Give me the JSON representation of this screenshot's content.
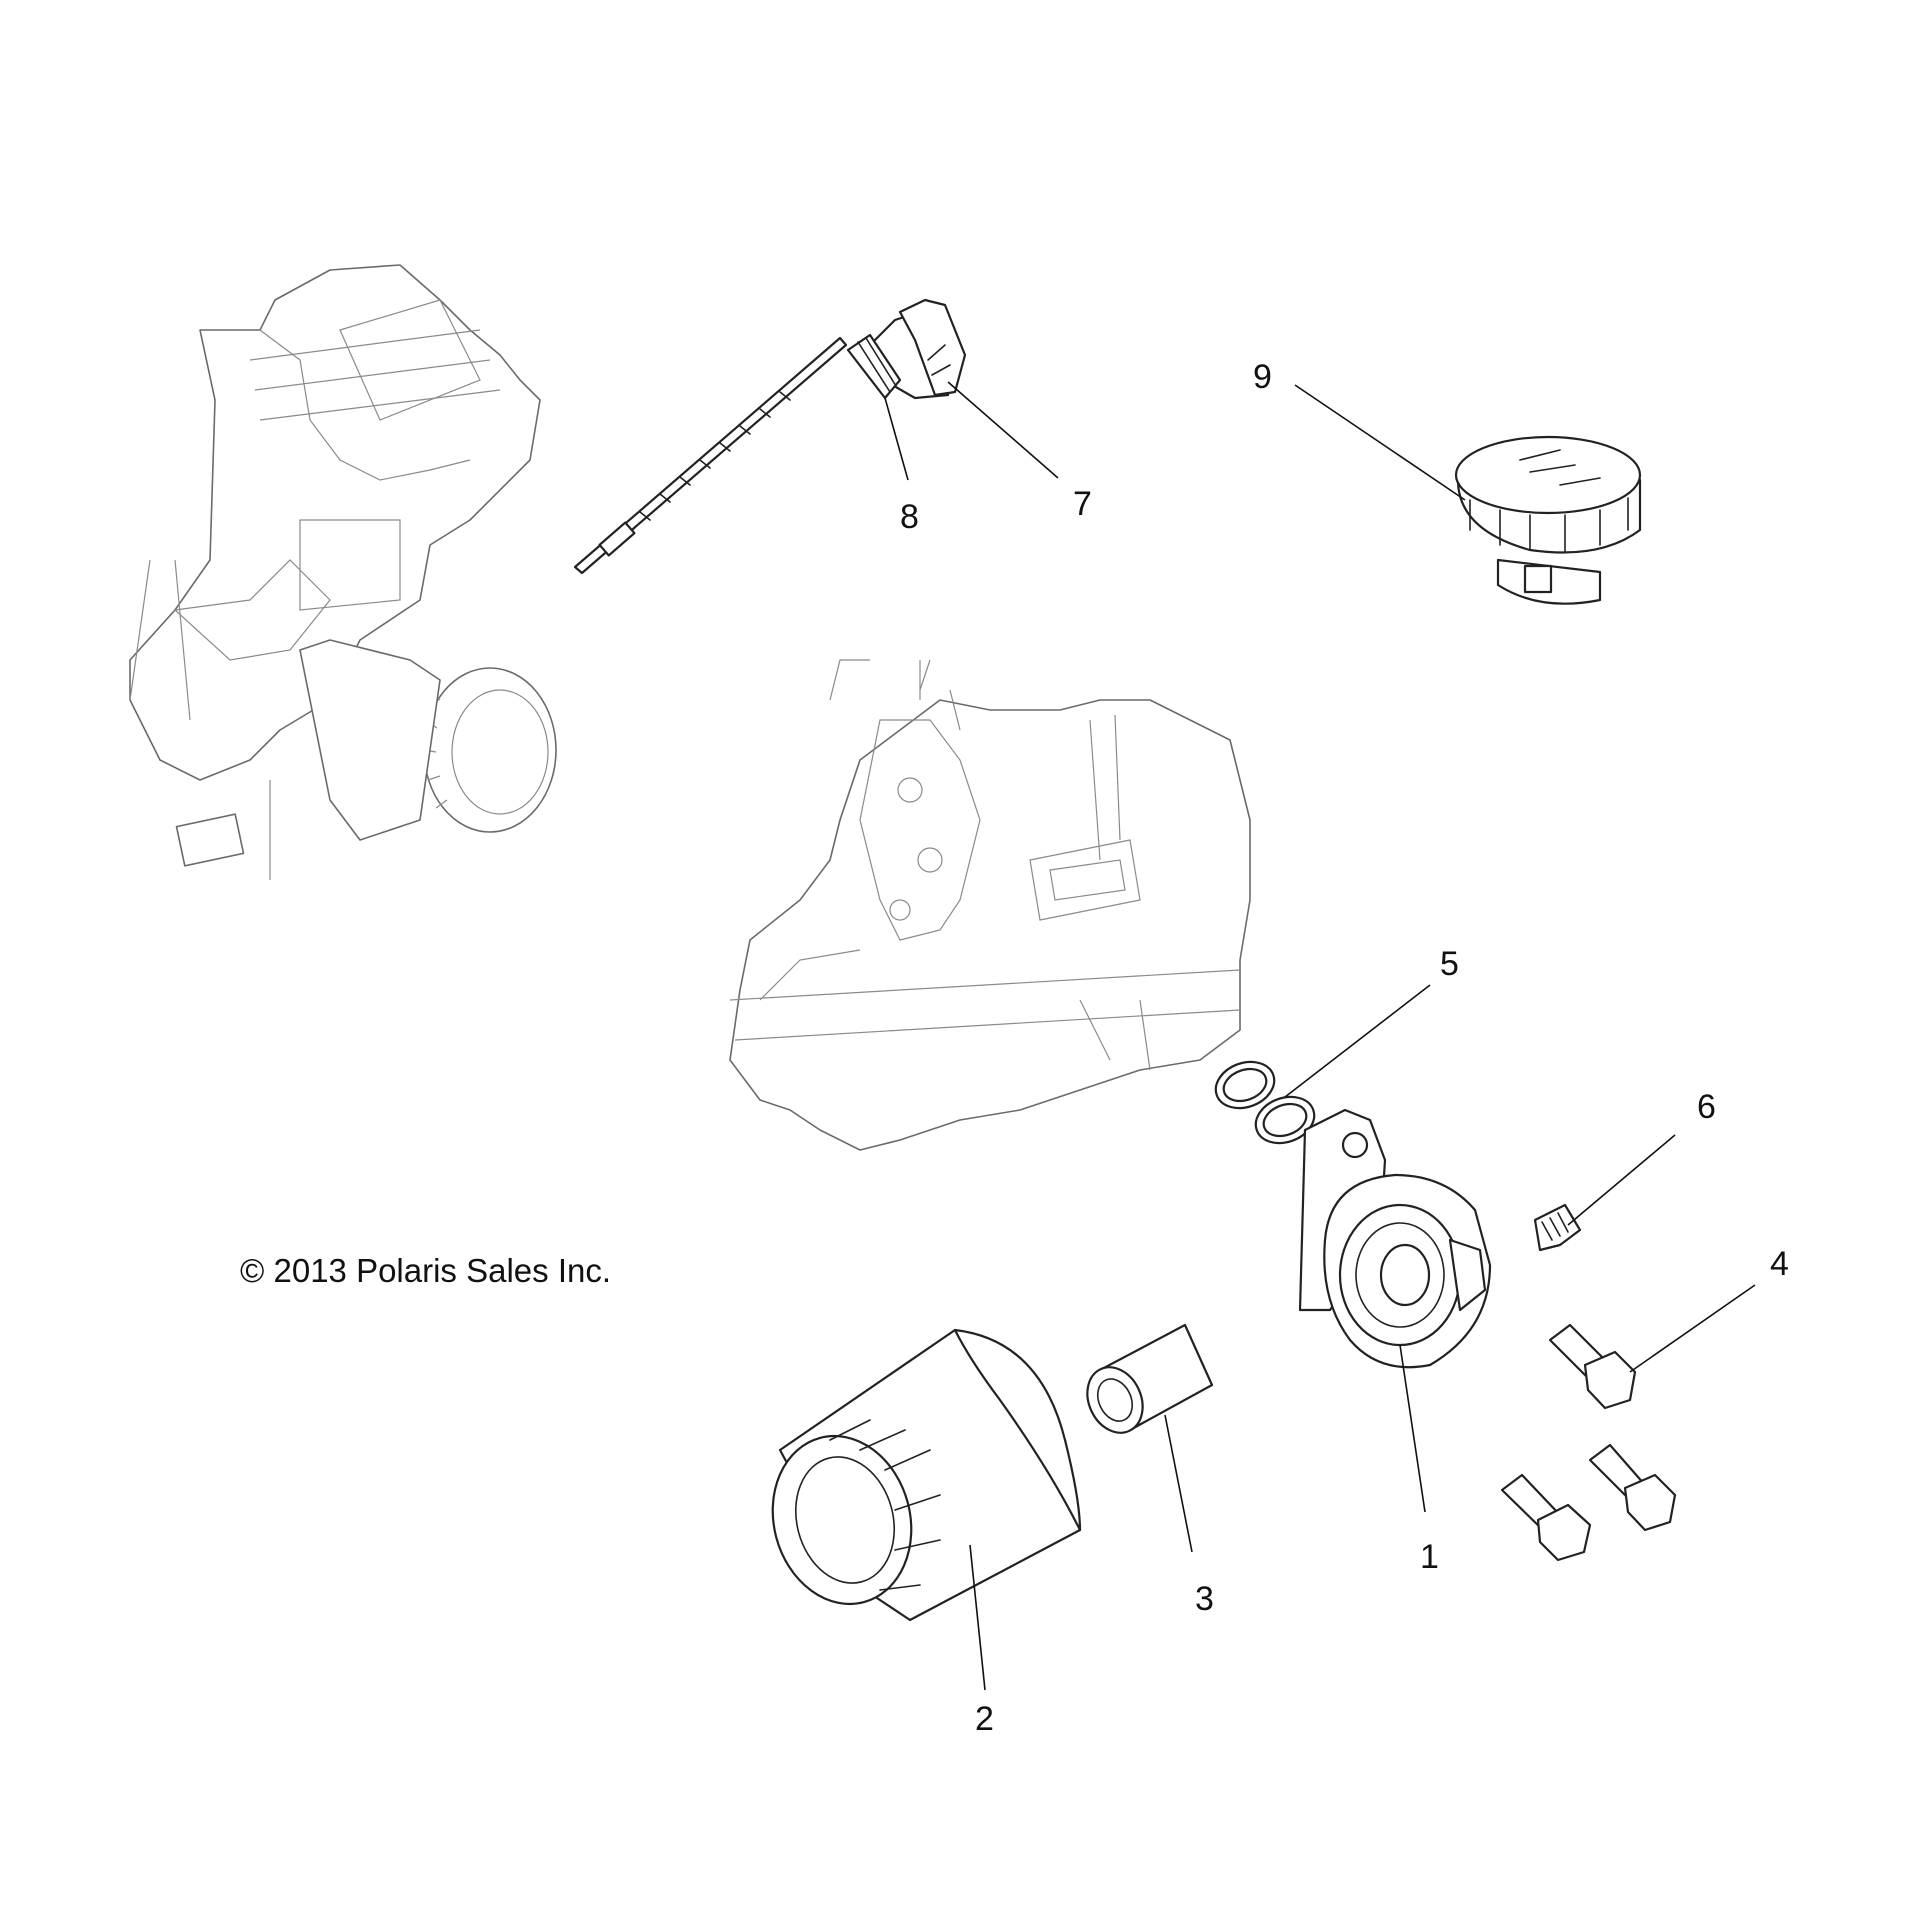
{
  "copyright": "© 2013 Polaris Sales Inc.",
  "callouts": [
    {
      "id": "1",
      "label": "1"
    },
    {
      "id": "2",
      "label": "2"
    },
    {
      "id": "3",
      "label": "3"
    },
    {
      "id": "4",
      "label": "4"
    },
    {
      "id": "5",
      "label": "5"
    },
    {
      "id": "6",
      "label": "6"
    },
    {
      "id": "7",
      "label": "7"
    },
    {
      "id": "8",
      "label": "8"
    },
    {
      "id": "9",
      "label": "9"
    }
  ]
}
